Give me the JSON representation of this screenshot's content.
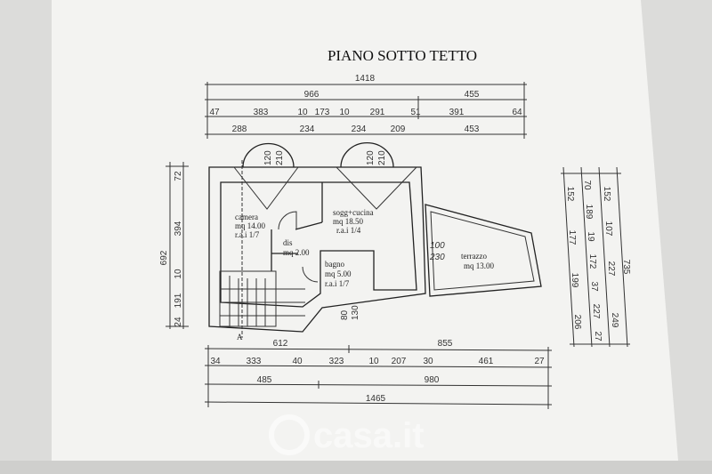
{
  "title": "PIANO SOTTO TETTO",
  "watermark": "casa.it",
  "colors": {
    "paper": "#f3f3f1",
    "background": "#dcdcda",
    "ink": "#222222"
  },
  "top_dimensions": {
    "row1": [
      "1418"
    ],
    "row2": [
      "966",
      "455"
    ],
    "row3": [
      "47",
      "383",
      "10",
      "173",
      "10",
      "291",
      "51",
      "391",
      "64"
    ],
    "row4": [
      "288",
      "234",
      "234",
      "209",
      "453"
    ]
  },
  "window_labels": [
    [
      "120",
      "210"
    ],
    [
      "120",
      "210"
    ]
  ],
  "rooms": {
    "camera": {
      "name": "camera",
      "area": "mq 14.00",
      "rai": "r.a.i 1/7"
    },
    "soggiorno": {
      "name": "sogg+cucina",
      "area": "mq 18.50",
      "rai": "r.a.i 1/4"
    },
    "disimpegno": {
      "name": "dis",
      "area": "mq 2.00"
    },
    "bagno": {
      "name": "bagno",
      "area": "mq 5.00",
      "rai": "r.a.i 1/7"
    },
    "terrazzo": {
      "name": "terrazzo",
      "area": "mq 13.00"
    }
  },
  "door_labels": {
    "terrace_door": [
      "100",
      "230"
    ],
    "bottom_door": [
      "80",
      "130"
    ]
  },
  "section_marker": "A",
  "left_dimensions": {
    "outer": [
      "692"
    ],
    "inner": [
      "72",
      "394",
      "10",
      "191",
      "24"
    ]
  },
  "right_dimensions": {
    "col1": [
      "152",
      "177",
      "199",
      "206"
    ],
    "col2": [
      "70",
      "189",
      "19",
      "172",
      "37",
      "227",
      "27"
    ],
    "col3": [
      "152",
      "107",
      "227",
      "249"
    ],
    "col4": [
      "735"
    ]
  },
  "bottom_dimensions": {
    "row1": [
      "612",
      "855"
    ],
    "row2": [
      "34",
      "333",
      "40",
      "323",
      "10",
      "207",
      "30",
      "461",
      "27"
    ],
    "row3": [
      "485",
      "980"
    ],
    "row4": [
      "1465"
    ]
  }
}
